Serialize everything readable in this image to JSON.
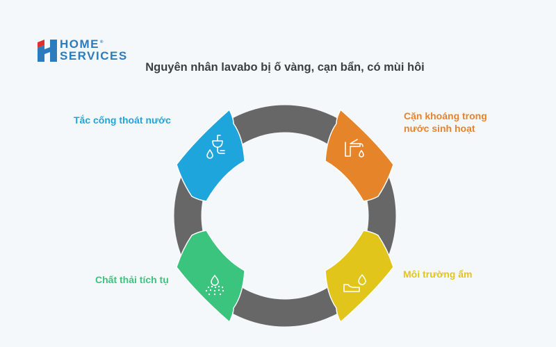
{
  "logo": {
    "line1": "HOME",
    "registered": "®",
    "line2": "SERVICES",
    "colors": {
      "blue": "#2b7bbd",
      "red": "#e0302b"
    }
  },
  "title": "Nguyên nhân lavabo bị ố vàng, cạn bẩn, có mùi hôi",
  "cycle": {
    "ring_color": "#676767",
    "items": [
      {
        "label": "Tắc cống thoát nước",
        "color": "#1ea5dc",
        "icon": "sink-drain-icon",
        "position": "top-left"
      },
      {
        "label_line1": "Cặn khoáng trong",
        "label_line2": "nước sinh hoạt",
        "color": "#e6842a",
        "icon": "faucet-icon",
        "position": "top-right"
      },
      {
        "label": "Môi trường ẩm",
        "color": "#e2c51b",
        "icon": "humidity-icon",
        "position": "bottom-right"
      },
      {
        "label": "Chất thải tích tụ",
        "color": "#3bc47e",
        "icon": "water-residue-icon",
        "position": "bottom-left"
      }
    ]
  }
}
